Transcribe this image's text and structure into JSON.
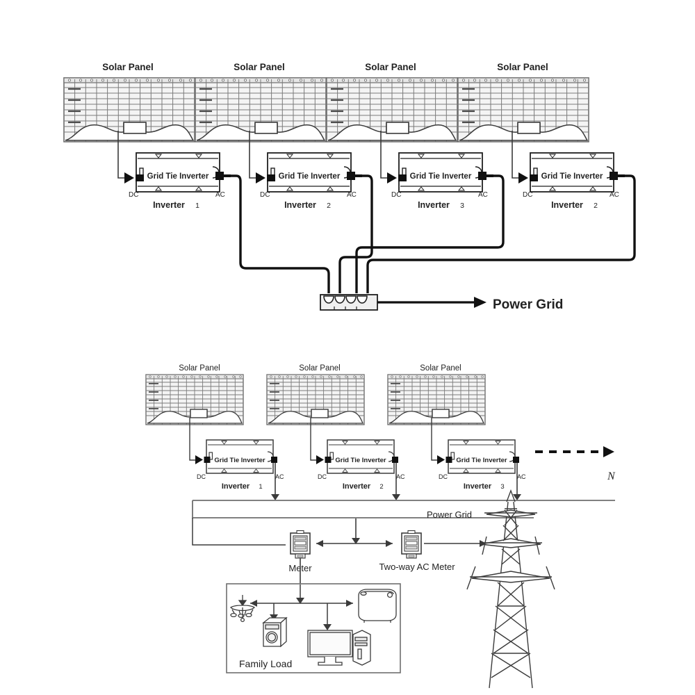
{
  "diagram": {
    "title_absent": true,
    "background_color": "#ffffff",
    "line_color": "#2b2b2b",
    "cable_color": "#111111",
    "panel_fill": "#f2f2f2",
    "panel_stroke": "#6e6e6e"
  },
  "top_system": {
    "panel_label": "Solar Panel",
    "panels": [
      {
        "label": "Solar Panel"
      },
      {
        "label": "Solar Panel"
      },
      {
        "label": "Solar Panel"
      },
      {
        "label": "Solar Panel"
      }
    ],
    "inverters": [
      {
        "body_label": "Grid Tie Inverter",
        "name": "Inverter",
        "number": "1",
        "dc_label": "DC",
        "ac_label": "AC"
      },
      {
        "body_label": "Grid Tie Inverter",
        "name": "Inverter",
        "number": "2",
        "dc_label": "DC",
        "ac_label": "AC"
      },
      {
        "body_label": "Grid Tie Inverter",
        "name": "Inverter",
        "number": "3",
        "dc_label": "DC",
        "ac_label": "AC"
      },
      {
        "body_label": "Grid Tie Inverter",
        "name": "Inverter",
        "number": "2",
        "dc_label": "DC",
        "ac_label": "AC"
      }
    ],
    "outlet_strip": {
      "sockets": 4
    },
    "power_grid_label": "Power Grid"
  },
  "bottom_system": {
    "panels": [
      {
        "label": "Solar Panel"
      },
      {
        "label": "Solar Panel"
      },
      {
        "label": "Solar Panel"
      }
    ],
    "inverters": [
      {
        "body_label": "Grid Tie Inverter",
        "name": "Inverter",
        "number": "1",
        "dc_label": "DC",
        "ac_label": "AC"
      },
      {
        "body_label": "Grid Tie Inverter",
        "name": "Inverter",
        "number": "2",
        "dc_label": "DC",
        "ac_label": "AC"
      },
      {
        "body_label": "Grid Tie Inverter",
        "name": "Inverter",
        "number": "3",
        "dc_label": "DC",
        "ac_label": "AC"
      }
    ],
    "continuation_label": "N",
    "power_grid_label": "Power  Grid",
    "meter_label": "Meter",
    "two_way_meter_label": "Two-way AC Meter",
    "family_load_label": "Family Load",
    "appliances": [
      {
        "name": "chandelier"
      },
      {
        "name": "washing-machine"
      },
      {
        "name": "desktop-computer"
      },
      {
        "name": "rice-cooker"
      }
    ]
  }
}
